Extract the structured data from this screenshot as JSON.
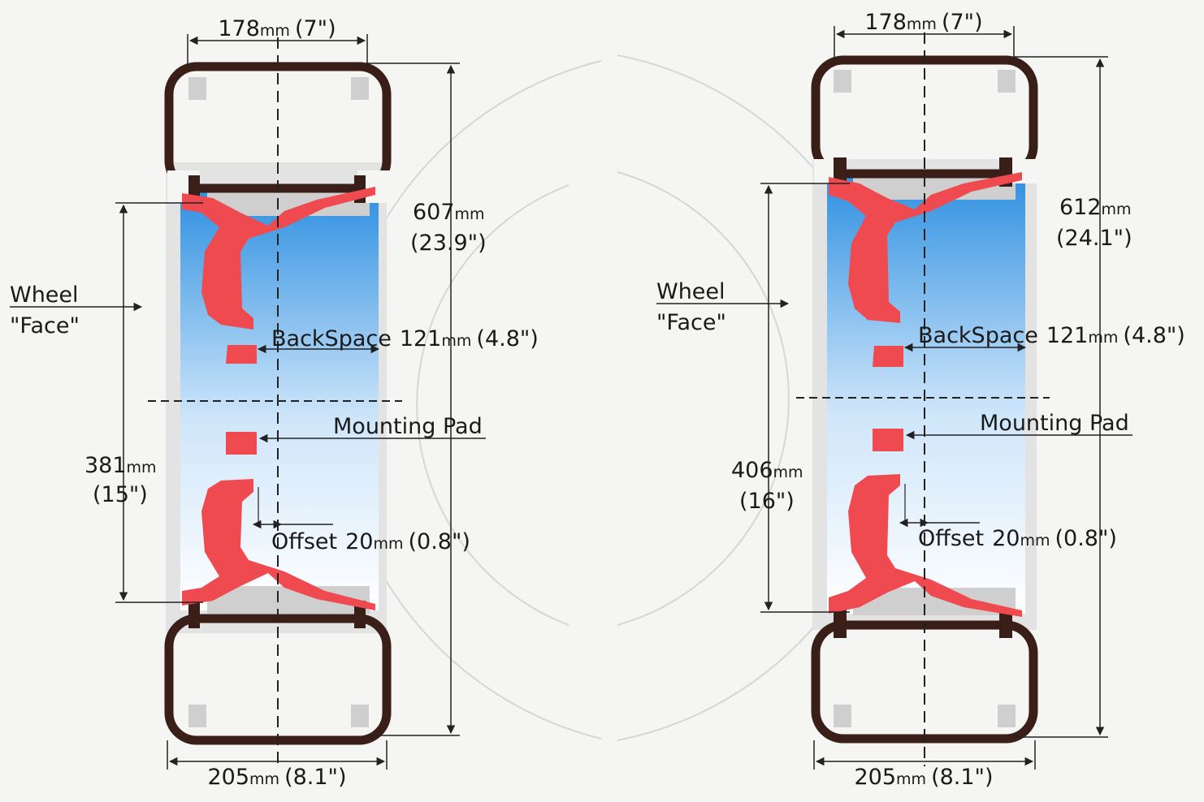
{
  "colors": {
    "background": "#f5f5f3",
    "tire": "#3a1f18",
    "wheel_section": "#ef4a4f",
    "rim_gradient_top": "#2d8fe0",
    "rim_gradient_bottom": "#ffffff",
    "gray_fill": "#cfcfcf",
    "outline_circle": "#d6d6d6",
    "dim_line": "#222222"
  },
  "diagrams": [
    {
      "id": "left",
      "top_width": {
        "value": "178",
        "unit": "mm",
        "imperial": "(7\")"
      },
      "bottom_width": {
        "value": "205",
        "unit": "mm",
        "imperial": "(8.1\")"
      },
      "overall_diameter": {
        "value": "607",
        "unit": "mm",
        "imperial": "(23.9\")"
      },
      "rim_diameter": {
        "value": "381",
        "unit": "mm",
        "imperial": "(15\")"
      },
      "face_label_line1": "Wheel",
      "face_label_line2": "\"Face\"",
      "backspace": {
        "label": "BackSpace",
        "value": "121",
        "unit": "mm",
        "imperial": "(4.8\")"
      },
      "mounting_pad": "Mounting Pad",
      "offset": {
        "label": "Offset",
        "value": "20",
        "unit": "mm",
        "imperial": "(0.8\")"
      }
    },
    {
      "id": "right",
      "top_width": {
        "value": "178",
        "unit": "mm",
        "imperial": "(7\")"
      },
      "bottom_width": {
        "value": "205",
        "unit": "mm",
        "imperial": "(8.1\")"
      },
      "overall_diameter": {
        "value": "612",
        "unit": "mm",
        "imperial": "(24.1\")"
      },
      "rim_diameter": {
        "value": "406",
        "unit": "mm",
        "imperial": "(16\")"
      },
      "face_label_line1": "Wheel",
      "face_label_line2": "\"Face\"",
      "backspace": {
        "label": "BackSpace",
        "value": "121",
        "unit": "mm",
        "imperial": "(4.8\")"
      },
      "mounting_pad": "Mounting Pad",
      "offset": {
        "label": "Offset",
        "value": "20",
        "unit": "mm",
        "imperial": "(0.8\")"
      }
    }
  ]
}
